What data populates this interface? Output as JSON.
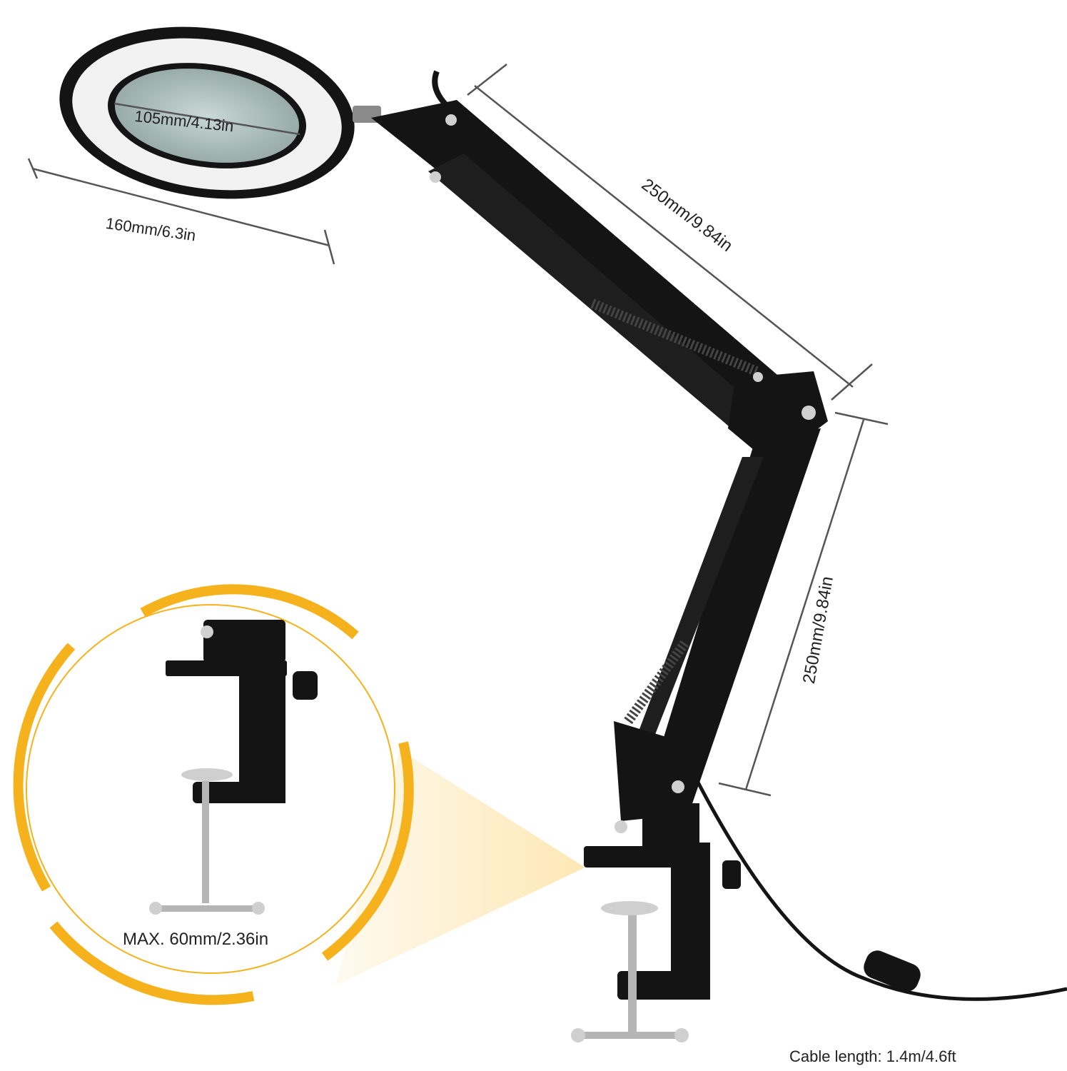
{
  "dimensions": {
    "lens_diameter": "105mm/4.13in",
    "ring_diameter": "160mm/6.3in",
    "upper_arm_length": "250mm/9.84in",
    "lower_arm_length": "250mm/9.84in",
    "clamp_max_opening": "MAX. 60mm/2.36in",
    "cable_length": "Cable length: 1.4m/4.6ft"
  },
  "colors": {
    "lamp_body": "#141414",
    "accent_orange": "#f5b21c",
    "light_glow": "#fde6b0",
    "dimension_line": "#555555"
  },
  "icons": {
    "controller": "inline-switch-icon",
    "clamp": "desk-clamp-icon"
  }
}
